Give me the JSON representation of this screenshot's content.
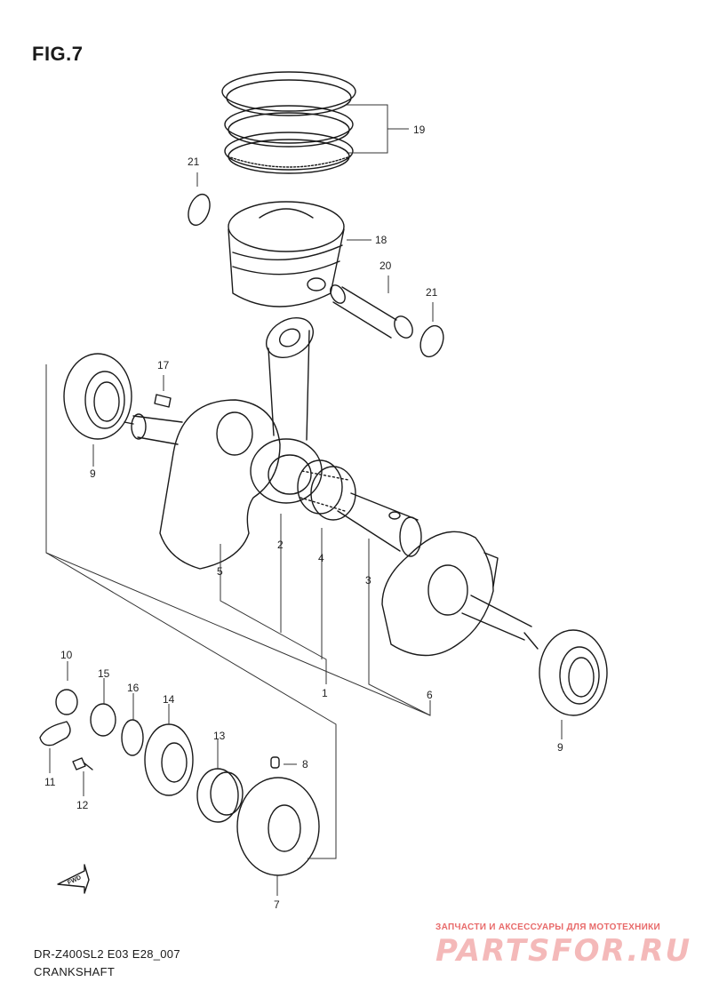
{
  "figure_title": "FIG.7",
  "model_code": "DR-Z400SL2 E03 E28_007",
  "section_name": "CRANKSHAFT",
  "fwd_label": "FWD",
  "watermark": {
    "tagline": "ЗАПЧАСТИ И АКСЕССУАРЫ ДЛЯ МОТОТЕХНИКИ",
    "brand": "PARTSFOR.RU"
  },
  "callouts": {
    "p1": "1",
    "p2": "2",
    "p3": "3",
    "p4": "4",
    "p5": "5",
    "p6": "6",
    "p7": "7",
    "p8": "8",
    "p9a": "9",
    "p9b": "9",
    "p10": "10",
    "p11": "11",
    "p12": "12",
    "p13": "13",
    "p14": "14",
    "p15": "15",
    "p16": "16",
    "p17": "17",
    "p18": "18",
    "p19": "19",
    "p20": "20",
    "p21a": "21",
    "p21b": "21"
  }
}
